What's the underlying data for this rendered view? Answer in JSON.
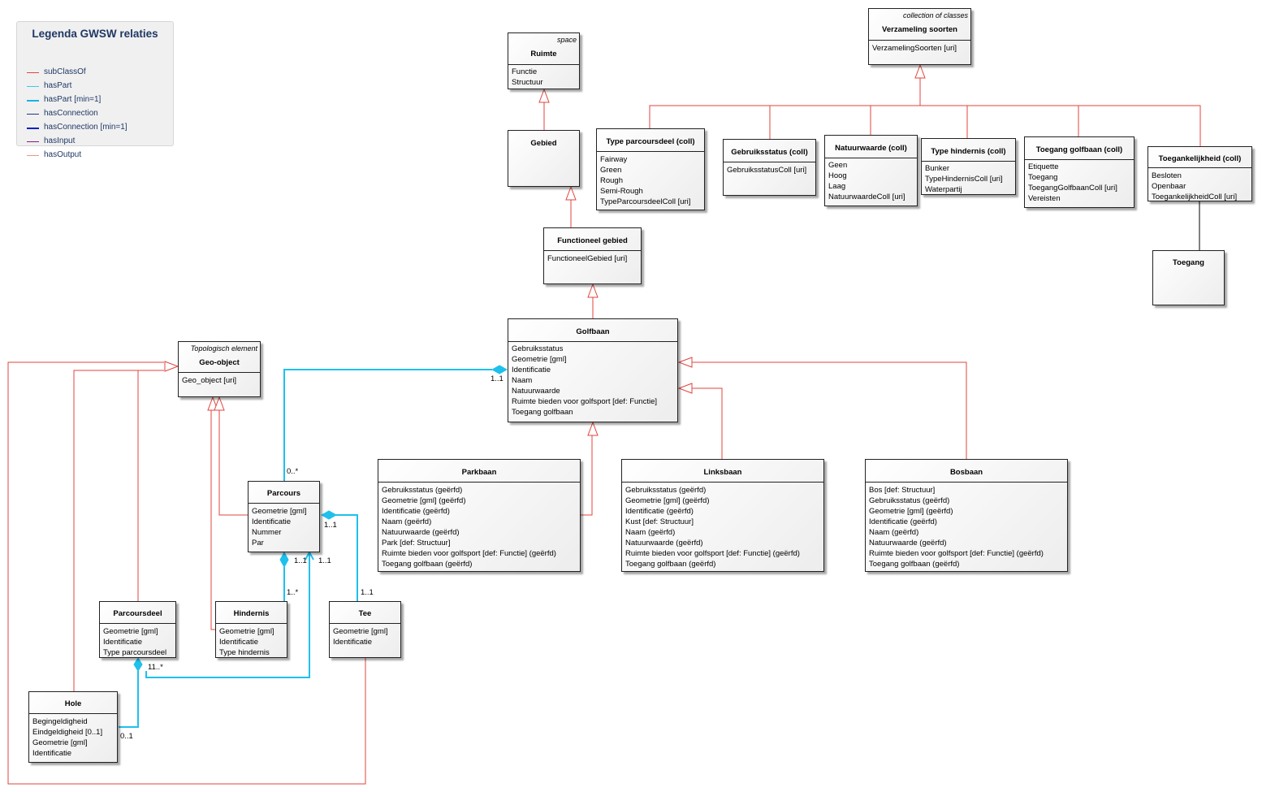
{
  "legend": {
    "title": "Legenda GWSW relaties",
    "items": [
      {
        "label": "subClassOf",
        "color": "#e0443e"
      },
      {
        "label": "hasPart",
        "color": "#41c6eb"
      },
      {
        "label": "hasPart [min=1]",
        "color": "#18b4e6"
      },
      {
        "label": "hasConnection",
        "color": "#23338a"
      },
      {
        "label": "hasConnection [min=1]",
        "color": "#0a1fbf"
      },
      {
        "label": "hasInput",
        "color": "#8b1a7f"
      },
      {
        "label": "hasOutput",
        "color": "#e89a7e"
      }
    ]
  },
  "classes": {
    "verzameling": {
      "stereotype": "collection of classes",
      "name": "Verzameling soorten",
      "attrs": [
        "VerzamelingSoorten [uri]"
      ]
    },
    "ruimte": {
      "stereotype": "space",
      "name": "Ruimte",
      "attrs": [
        "Functie",
        "Structuur"
      ]
    },
    "gebied": {
      "name": "Gebied",
      "attrs": []
    },
    "functioneel": {
      "name": "Functioneel gebied",
      "attrs": [
        "FunctioneelGebied [uri]"
      ]
    },
    "golfbaan": {
      "name": "Golfbaan",
      "attrs": [
        "Gebruiksstatus",
        "Geometrie [gml]",
        "Identificatie",
        "Naam",
        "Natuurwaarde",
        "Ruimte bieden voor golfsport [def: Functie]",
        "Toegang golfbaan"
      ]
    },
    "typeparcoursdeel": {
      "name": "Type parcoursdeel (coll)",
      "attrs": [
        "Fairway",
        "Green",
        "Rough",
        "Semi-Rough",
        "TypeParcoursdeelColl [uri]"
      ]
    },
    "gebruiksstatus": {
      "name": "Gebruiksstatus (coll)",
      "attrs": [
        "GebruiksstatusColl [uri]"
      ]
    },
    "natuurwaarde": {
      "name": "Natuurwaarde (coll)",
      "attrs": [
        "Geen",
        "Hoog",
        "Laag",
        "NatuurwaardeColl [uri]"
      ]
    },
    "typehindernis": {
      "name": "Type hindernis (coll)",
      "attrs": [
        "Bunker",
        "TypeHindernisColl [uri]",
        "Waterpartij"
      ]
    },
    "toeganggolfbaan": {
      "name": "Toegang golfbaan (coll)",
      "attrs": [
        "Etiquette",
        "Toegang",
        "ToegangGolfbaanColl [uri]",
        "Vereisten"
      ]
    },
    "toegankelijkheid": {
      "name": "Toegankelijkheid (coll)",
      "attrs": [
        "Besloten",
        "Openbaar",
        "ToegankelijkheidColl [uri]"
      ]
    },
    "toegang": {
      "name": "Toegang",
      "attrs": []
    },
    "geoobject": {
      "stereotype": "Topologisch element",
      "name": "Geo-object",
      "attrs": [
        "Geo_object [uri]"
      ]
    },
    "parcours": {
      "name": "Parcours",
      "attrs": [
        "Geometrie [gml]",
        "Identificatie",
        "Nummer",
        "Par"
      ]
    },
    "parkbaan": {
      "name": "Parkbaan",
      "attrs": [
        "Gebruiksstatus (geërfd)",
        "Geometrie [gml] (geërfd)",
        "Identificatie (geërfd)",
        "Naam (geërfd)",
        "Natuurwaarde (geërfd)",
        "Park [def: Structuur]",
        "Ruimte bieden voor golfsport [def: Functie] (geërfd)",
        "Toegang golfbaan (geërfd)"
      ]
    },
    "linksbaan": {
      "name": "Linksbaan",
      "attrs": [
        "Gebruiksstatus (geërfd)",
        "Geometrie [gml] (geërfd)",
        "Identificatie (geërfd)",
        "Kust [def: Structuur]",
        "Naam (geërfd)",
        "Natuurwaarde (geërfd)",
        "Ruimte bieden voor golfsport [def: Functie] (geërfd)",
        "Toegang golfbaan (geërfd)"
      ]
    },
    "bosbaan": {
      "name": "Bosbaan",
      "attrs": [
        "Bos [def: Structuur]",
        "Gebruiksstatus (geërfd)",
        "Geometrie [gml] (geërfd)",
        "Identificatie (geërfd)",
        "Naam (geërfd)",
        "Natuurwaarde (geërfd)",
        "Ruimte bieden voor golfsport [def: Functie] (geërfd)",
        "Toegang golfbaan (geërfd)"
      ]
    },
    "parcoursdeel": {
      "name": "Parcoursdeel",
      "attrs": [
        "Geometrie [gml]",
        "Identificatie",
        "Type parcoursdeel"
      ]
    },
    "hindernis": {
      "name": "Hindernis",
      "attrs": [
        "Geometrie [gml]",
        "Identificatie",
        "Type hindernis"
      ]
    },
    "tee": {
      "name": "Tee",
      "attrs": [
        "Geometrie [gml]",
        "Identificatie"
      ]
    },
    "hole": {
      "name": "Hole",
      "attrs": [
        "Begingeldigheid",
        "Eindgeldigheid [0..1]",
        "Geometrie [gml]",
        "Identificatie"
      ]
    }
  },
  "multiplicities": {
    "golfbaan_parcours": "1..1",
    "parcours_golfbaan": "0..*",
    "parcours_tee": "1..1",
    "tee_parcours": "1..1",
    "parcours_hindernis": "1..1",
    "parcours_parcoursdeel": "1..1",
    "hindernis_end": "1..*",
    "parcoursdeel_end": "11..*",
    "hole_end": "0..1"
  }
}
